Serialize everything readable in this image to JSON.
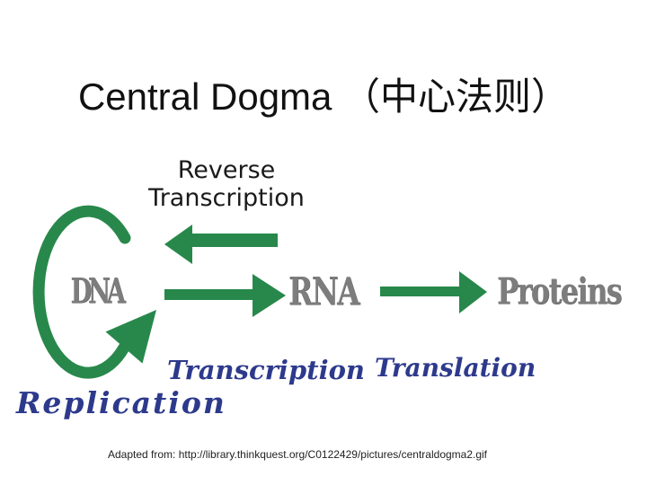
{
  "slide": {
    "title": "Central Dogma （中心法则）",
    "citation": "Adapted from: http://library.thinkquest.org/C0122429/pictures/centraldogma2.gif"
  },
  "diagram": {
    "nodes": {
      "dna": "DNA",
      "rna": "RNA",
      "proteins": "Proteins"
    },
    "processes": {
      "reverse_transcription_line1": "Reverse",
      "reverse_transcription_line2": "Transcription",
      "transcription": "Transcription",
      "translation": "Translation",
      "replication": "Replication"
    },
    "flow": [
      {
        "from": "DNA",
        "to": "DNA",
        "process": "Replication"
      },
      {
        "from": "DNA",
        "to": "RNA",
        "process": "Transcription"
      },
      {
        "from": "RNA",
        "to": "DNA",
        "process": "Reverse Transcription"
      },
      {
        "from": "RNA",
        "to": "Proteins",
        "process": "Translation"
      }
    ],
    "colors": {
      "arrow_green": "#28884b",
      "process_label_navy": "#2d3a8c",
      "node_gray": "#7d7d7d",
      "title_black": "#111111",
      "reverse_label_black": "#1a1a1a"
    }
  }
}
